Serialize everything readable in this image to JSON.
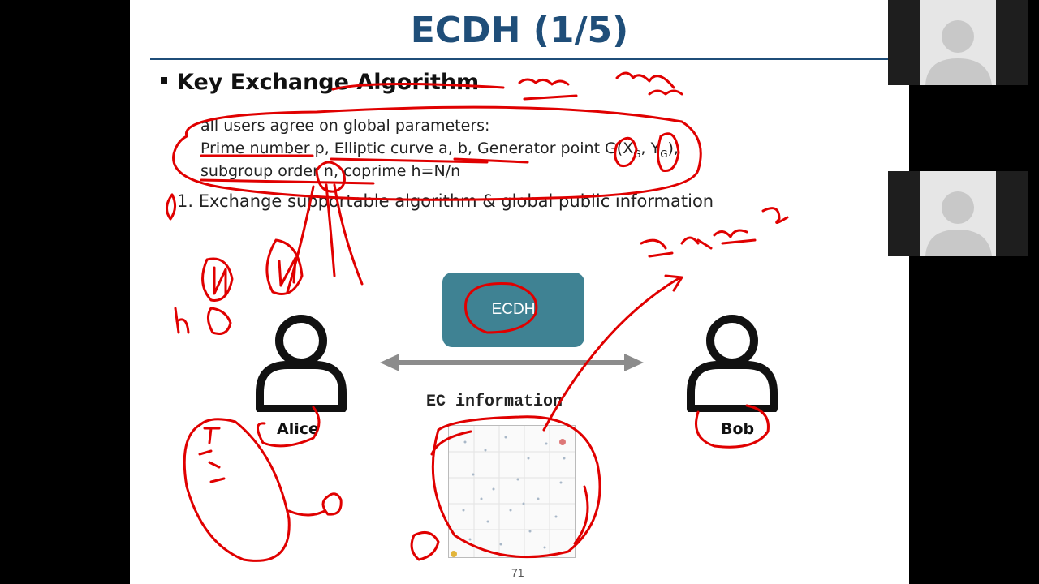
{
  "slide": {
    "title": "ECDH (1/5)",
    "bullet": "Key Exchange Algorithm",
    "params": [
      {
        "text": "all users agree on global parameters:"
      },
      {
        "pre": "Prime number p, Elliptic curve a, b, Generator point G(X",
        "s1": "G",
        "mid": ", Y",
        "s2": "G",
        "post": "),"
      },
      {
        "text": "subgroup order n, coprime h=N/n"
      }
    ],
    "step1": "1. Exchange supportable algorithm & global public information",
    "ecdh_box": "ECDH",
    "alice": "Alice",
    "bob": "Bob",
    "ec_label": "EC information",
    "page_number": "71"
  },
  "colors": {
    "title": "#1f4e79",
    "box": "#3f8293",
    "annotation": "#e00000",
    "arrow": "#8c8c8c"
  },
  "icons": [
    "person-icon-alice",
    "person-icon-bob",
    "double-arrow-icon",
    "camera-placeholder-icon"
  ]
}
